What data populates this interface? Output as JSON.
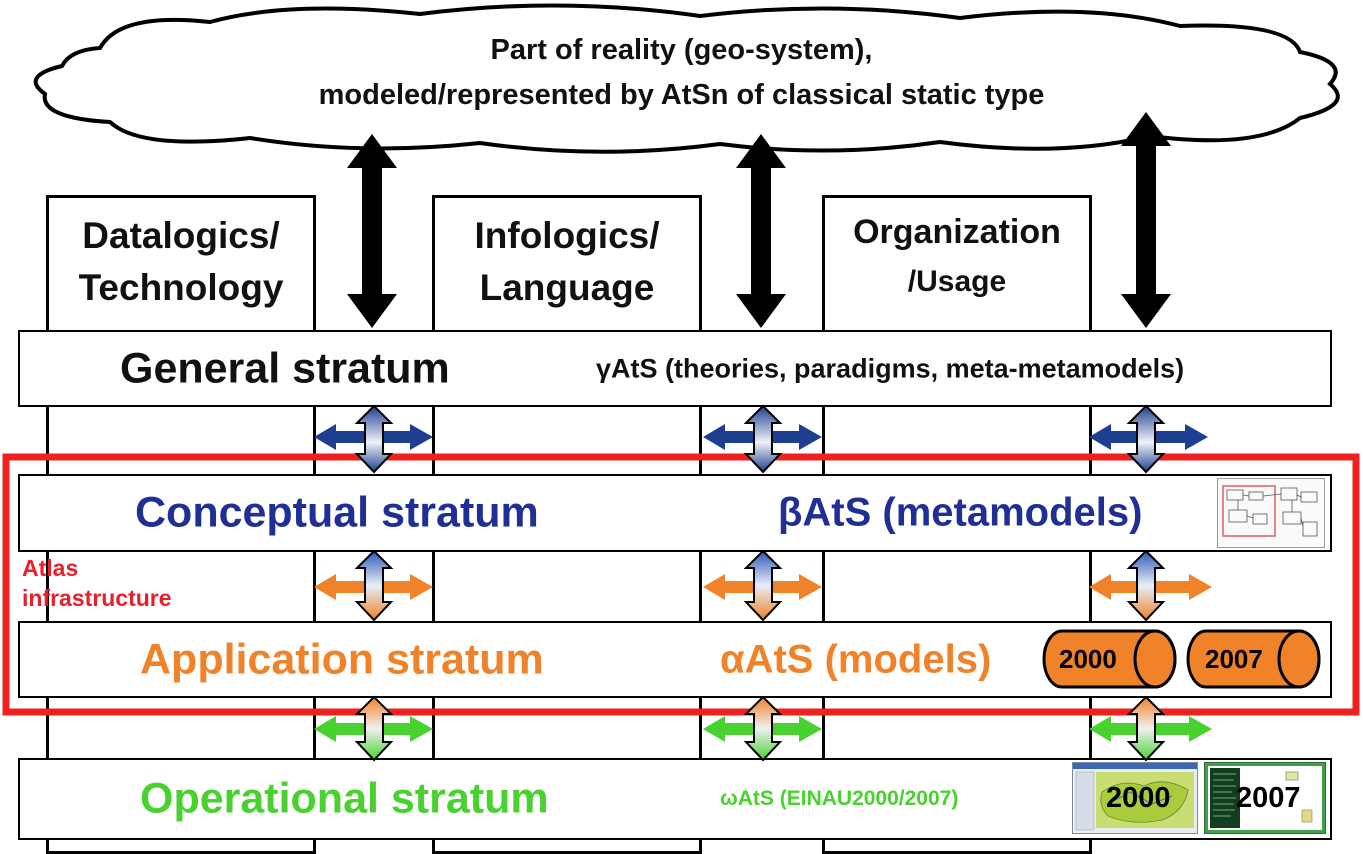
{
  "cloud": {
    "line1": "Part of reality (geo-system),",
    "line2": "modeled/represented by AtSn of classical static type"
  },
  "columns": [
    {
      "line1": "Datalogics/",
      "line2": "Technology"
    },
    {
      "line1": "Infologics/",
      "line2": "Language"
    },
    {
      "line1": "Organization",
      "line2": "/Usage"
    }
  ],
  "strata": {
    "general": {
      "name": "General stratum",
      "ats": "γAtS (theories, paradigms, meta-metamodels)",
      "color": "#111111"
    },
    "conceptual": {
      "name": "Conceptual stratum",
      "ats": "βAtS (metamodels)",
      "color": "#1f2f96"
    },
    "application": {
      "name": "Application stratum",
      "ats": "αAtS (models)",
      "color": "#f0822a"
    },
    "operational": {
      "name": "Operational stratum",
      "ats": "ωAtS (EINAU2000/2007)",
      "color": "#49d22f"
    }
  },
  "atlas": {
    "label": "Atlas infrastructure",
    "color": "#e8202a"
  },
  "cylinders": [
    {
      "label": "2000",
      "color": "#f0822a"
    },
    {
      "label": "2007",
      "color": "#f0822a"
    }
  ],
  "screenshots": [
    {
      "label": "2000"
    },
    {
      "label": "2007"
    }
  ],
  "colors": {
    "blue_arrow": "#1e3e8f",
    "orange_arrow": "#f0822a",
    "green_arrow": "#49d22f",
    "frame": "#ee2020",
    "black": "#000000"
  }
}
